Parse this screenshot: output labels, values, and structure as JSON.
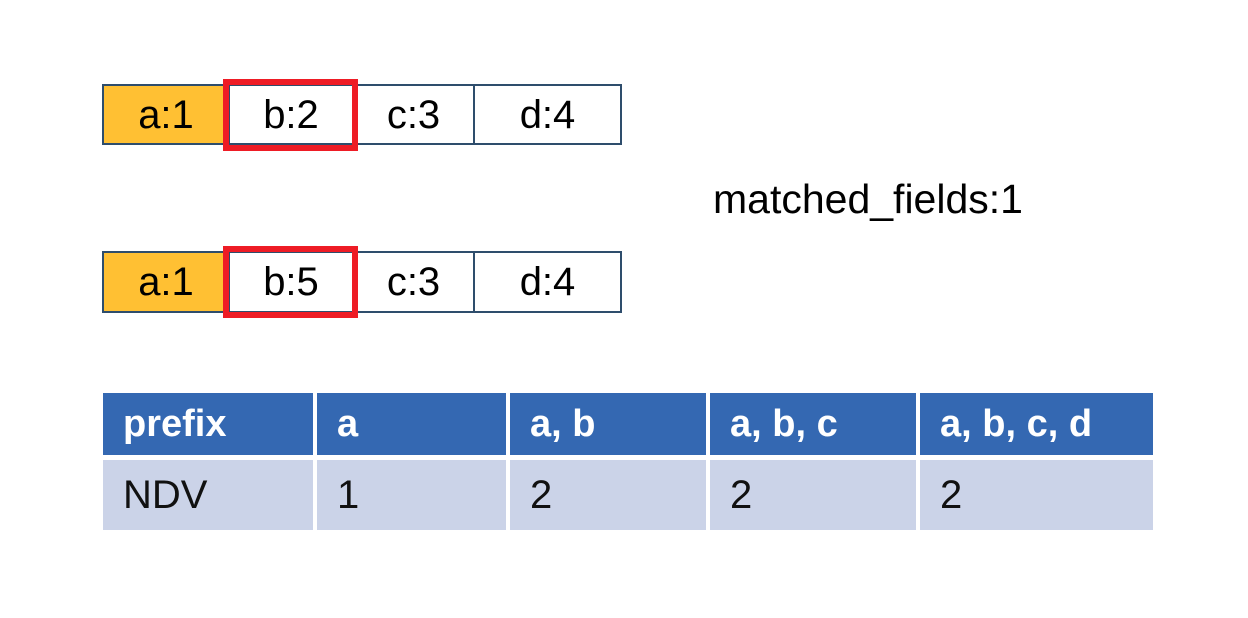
{
  "colors": {
    "orange_fill": "#FFC033",
    "cell_border": "#2E4D6C",
    "highlight_red": "#EE1C25",
    "table_header_bg": "#3468B2",
    "table_row_bg": "#CBD3E8",
    "table_header_text": "#FFFFFF",
    "text_color": "#000000"
  },
  "annotation": {
    "text": "matched_fields:1"
  },
  "tuples": [
    {
      "cells": [
        {
          "text": "a:1"
        },
        {
          "text": "b:2"
        },
        {
          "text": "c:3"
        },
        {
          "text": "d:4"
        }
      ]
    },
    {
      "cells": [
        {
          "text": "a:1"
        },
        {
          "text": "b:5"
        },
        {
          "text": "c:3"
        },
        {
          "text": "d:4"
        }
      ]
    }
  ],
  "table": {
    "headers": [
      "prefix",
      "a",
      "a, b",
      "a, b, c",
      "a, b, c, d"
    ],
    "rows": [
      {
        "cells": [
          "NDV",
          "1",
          "2",
          "2",
          "2"
        ]
      }
    ]
  }
}
